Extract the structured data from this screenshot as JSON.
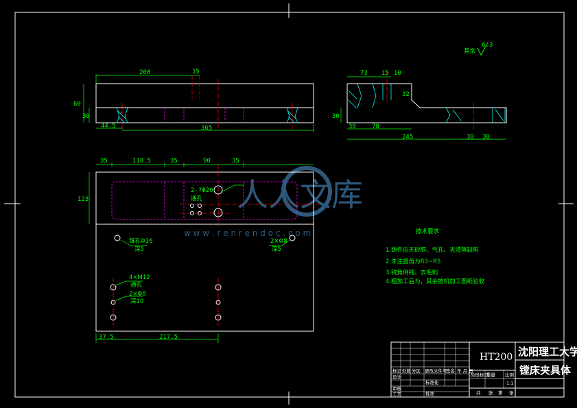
{
  "watermark": {
    "cn": "人人文库",
    "url": "w w w . r e n r e n d o c . c o m"
  },
  "roughness": {
    "label": "其余",
    "value": "6.3"
  },
  "front_view": {
    "dims": [
      "200",
      "15",
      "60",
      "30",
      "44.5",
      "365"
    ]
  },
  "side_view": {
    "dims": [
      "73",
      "15",
      "10",
      "30",
      "30",
      "78",
      "245",
      "30",
      "30"
    ],
    "angle_labels": [
      "32"
    ]
  },
  "top_view": {
    "dims_top": [
      "35",
      "110.5",
      "35",
      "90",
      "35"
    ],
    "dim_height": "123",
    "dims_bottom": [
      "37.5",
      "217.5"
    ],
    "callouts": [
      {
        "line1": "2-?Φ20",
        "line2": "通孔"
      },
      {
        "line1": "锥孔Φ16",
        "line2": "深5"
      },
      {
        "line1": "2×Φ8",
        "line2": "深5"
      },
      {
        "line1": "4×M12",
        "line2": "通孔"
      },
      {
        "line1": "2×Φ8",
        "line2": "深10"
      }
    ]
  },
  "tech_req": {
    "title": "技术要求",
    "items": [
      "1.铸件应无砂眼、气孔、夹渣等缺陷",
      "2.未注圆角为R3~R5",
      "3.锐角倒钝、去毛刺",
      "4.粗加工后为，其余按机加工图纸验收"
    ]
  },
  "title_block": {
    "material": "HT200",
    "school": "沈阳理工大学",
    "part_name": "镗床夹具体",
    "scale": "1:1",
    "row_labels": [
      "标记",
      "设计",
      "审核",
      "工艺"
    ],
    "col_labels": [
      "处数",
      "分区",
      "更改文件号",
      "签名",
      "年.月.日"
    ],
    "stage_labels": [
      "阶段标记",
      "重量",
      "比例"
    ],
    "bottom_labels": [
      "共",
      "张",
      "第",
      "张"
    ],
    "misc": [
      "标准化",
      "批准"
    ]
  }
}
